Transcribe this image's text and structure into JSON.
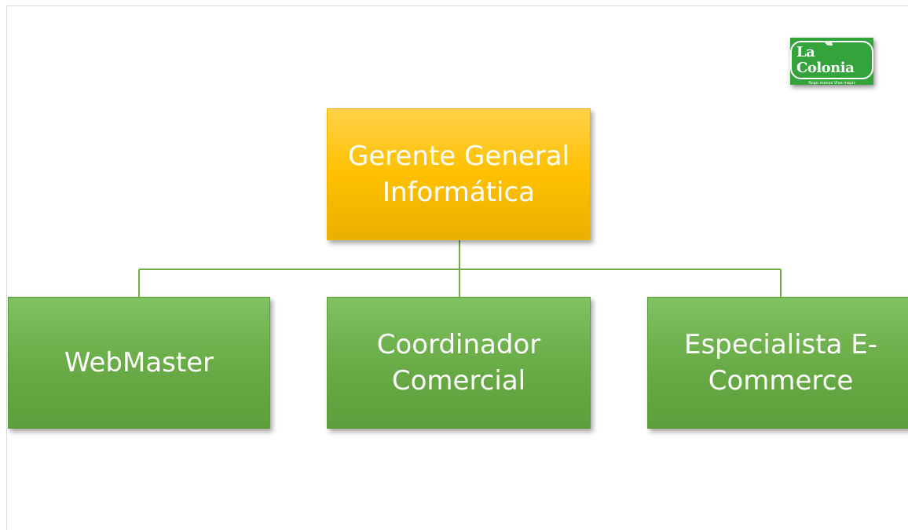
{
  "logo": {
    "name": "La Colonia",
    "tagline": "Rogo menos Vive mejor"
  },
  "diagram": {
    "root": {
      "label": "Gerente General Informática"
    },
    "children": [
      {
        "label": "WebMaster"
      },
      {
        "label": "Coordinador Comercial"
      },
      {
        "label": "Especialista E-Commerce"
      }
    ]
  },
  "colors": {
    "root_fill": "#ffc000",
    "child_fill": "#70ad47",
    "connector": "#70ad47",
    "logo_fill": "#35a33c"
  }
}
